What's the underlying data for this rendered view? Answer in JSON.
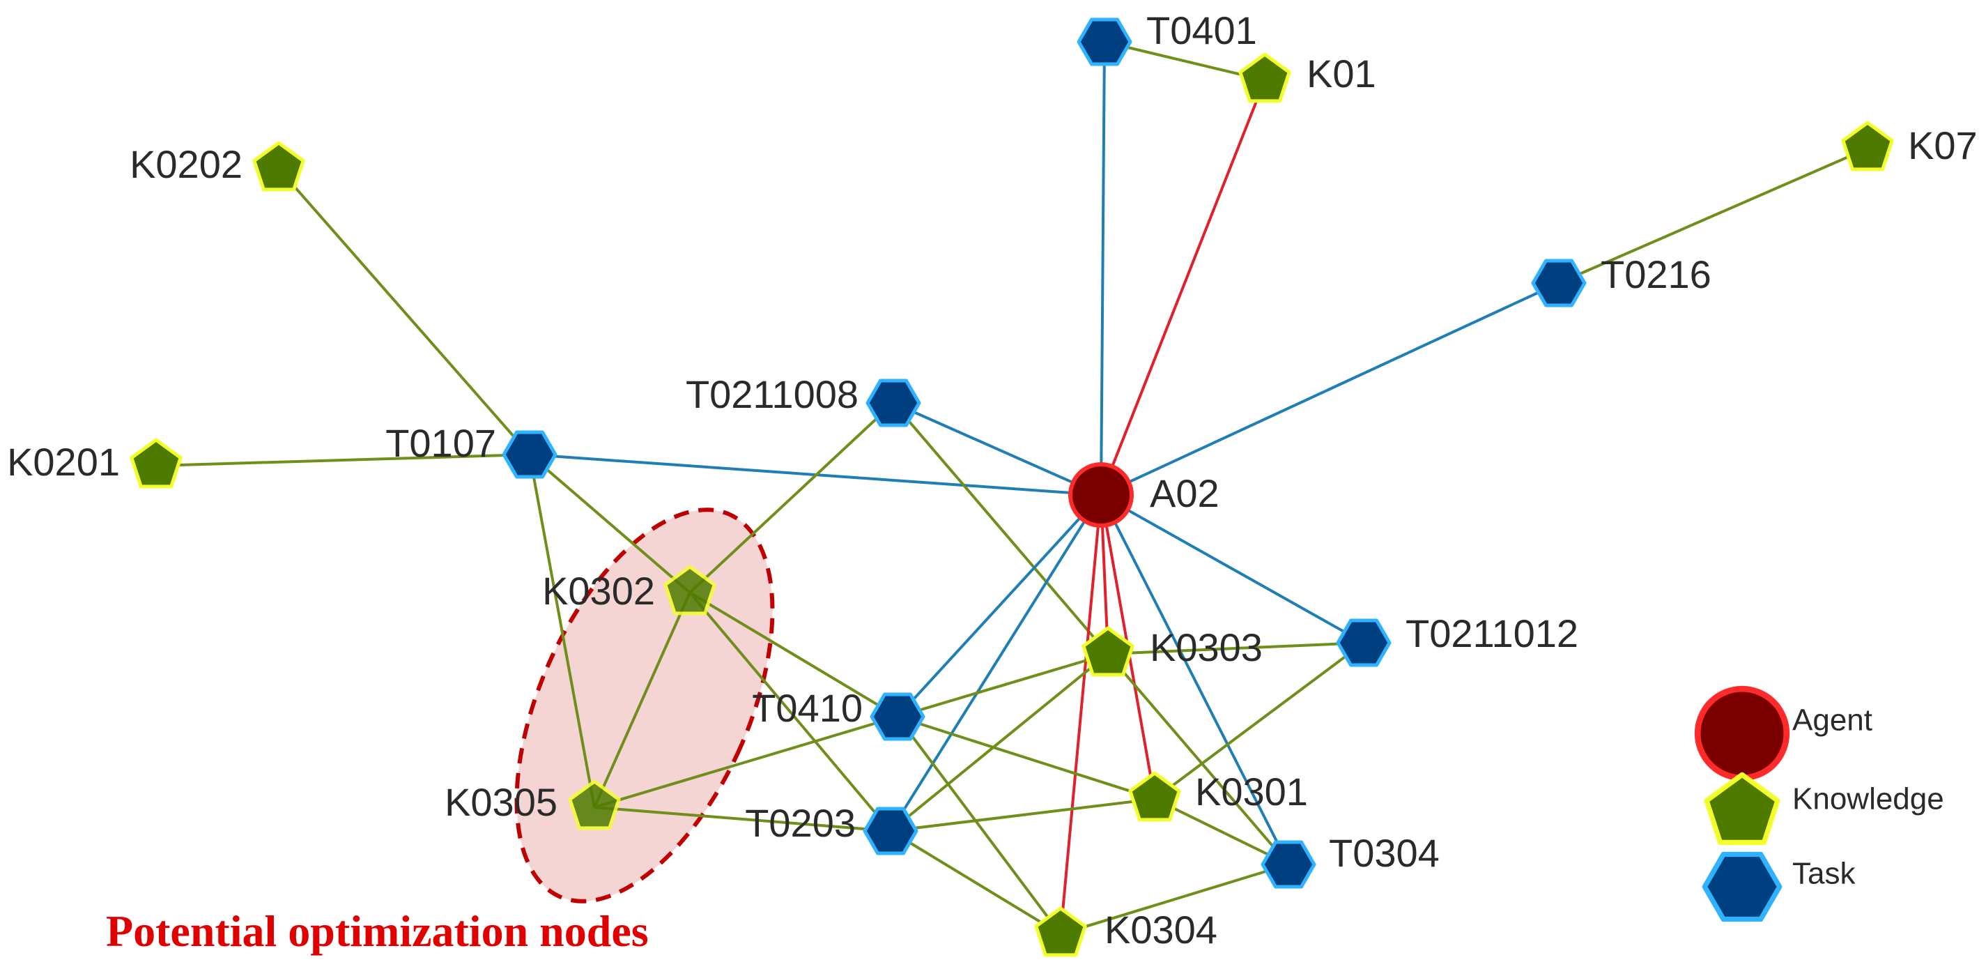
{
  "colors": {
    "agent_fill": "#7a0000",
    "agent_stroke": "#ff2b2b",
    "knowledge_fill": "#4f7a00",
    "knowledge_stroke": "#f2ff2b",
    "task_fill": "#003f80",
    "task_stroke": "#2fb2ff",
    "edge_agent_knowledge": "#e0202a",
    "edge_task": "#1f7fb5",
    "edge_knowledge": "#6f8f1a",
    "highlight_ellipse_stroke": "#c00000",
    "highlight_ellipse_fill": "#f2c6c6",
    "annotation_color": "#e00000"
  },
  "nodes": [
    {
      "id": "A02",
      "type": "agent"
    },
    {
      "id": "K01",
      "type": "knowledge"
    },
    {
      "id": "K07",
      "type": "knowledge"
    },
    {
      "id": "K0202",
      "type": "knowledge"
    },
    {
      "id": "K0201",
      "type": "knowledge"
    },
    {
      "id": "K0302",
      "type": "knowledge"
    },
    {
      "id": "K0303",
      "type": "knowledge"
    },
    {
      "id": "K0305",
      "type": "knowledge"
    },
    {
      "id": "K0301",
      "type": "knowledge"
    },
    {
      "id": "K0304",
      "type": "knowledge"
    },
    {
      "id": "T0401",
      "type": "task"
    },
    {
      "id": "T0216",
      "type": "task"
    },
    {
      "id": "T0211008",
      "type": "task"
    },
    {
      "id": "T0107",
      "type": "task"
    },
    {
      "id": "T0211012",
      "type": "task"
    },
    {
      "id": "T0410",
      "type": "task"
    },
    {
      "id": "T0203",
      "type": "task"
    },
    {
      "id": "T0304",
      "type": "task"
    }
  ],
  "edges": [
    [
      "T0401",
      "K01"
    ],
    [
      "T0401",
      "A02"
    ],
    [
      "K01",
      "A02"
    ],
    [
      "K07",
      "T0216"
    ],
    [
      "T0216",
      "A02"
    ],
    [
      "K0202",
      "T0107"
    ],
    [
      "K0201",
      "T0107"
    ],
    [
      "T0107",
      "A02"
    ],
    [
      "T0107",
      "K0302"
    ],
    [
      "T0107",
      "K0305"
    ],
    [
      "T0211008",
      "A02"
    ],
    [
      "T0211008",
      "K0302"
    ],
    [
      "T0211008",
      "K0303"
    ],
    [
      "A02",
      "T0211012"
    ],
    [
      "A02",
      "T0410"
    ],
    [
      "A02",
      "T0203"
    ],
    [
      "A02",
      "K0303"
    ],
    [
      "A02",
      "K0301"
    ],
    [
      "A02",
      "K0304"
    ],
    [
      "A02",
      "T0304"
    ],
    [
      "K0302",
      "T0410"
    ],
    [
      "K0302",
      "T0203"
    ],
    [
      "K0302",
      "K0305"
    ],
    [
      "K0303",
      "T0211012"
    ],
    [
      "K0303",
      "T0410"
    ],
    [
      "K0303",
      "T0203"
    ],
    [
      "K0303",
      "T0304"
    ],
    [
      "T0211012",
      "K0301"
    ],
    [
      "T0410",
      "K0305"
    ],
    [
      "T0410",
      "K0301"
    ],
    [
      "T0410",
      "K0304"
    ],
    [
      "K0305",
      "T0203"
    ],
    [
      "T0203",
      "K0301"
    ],
    [
      "T0203",
      "K0304"
    ],
    [
      "K0301",
      "T0304"
    ],
    [
      "K0304",
      "T0304"
    ]
  ],
  "legend": [
    {
      "type": "agent",
      "label": "Agent"
    },
    {
      "type": "knowledge",
      "label": "Knowledge"
    },
    {
      "type": "task",
      "label": "Task"
    }
  ],
  "annotation": {
    "text": "Potential optimization nodes",
    "highlighted_nodes": [
      "K0302",
      "K0305"
    ]
  }
}
